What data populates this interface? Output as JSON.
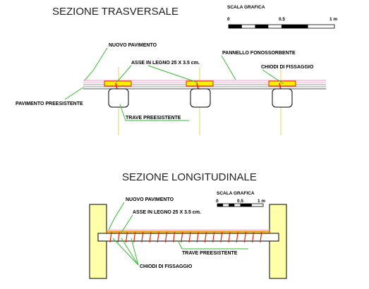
{
  "transverse": {
    "title": "SEZIONE TRASVERSALE",
    "scale": {
      "label": "SCALA GRAFICA",
      "ticks": [
        "0",
        "0.5",
        "1 m"
      ]
    },
    "labels": {
      "new_floor": "NUOVO PAVIMENTO",
      "wood_battens": "ASSE IN LEGNO 25 X 3.5 cm.",
      "sound_panel": "PANNELLO FONOSSORBENTE",
      "nails": "CHIODI DI FISSAGGIO",
      "existing_floor": "PAVIMENTO PREESISTENTE",
      "existing_beam": "TRAVE PREESISTENTE"
    }
  },
  "longitudinal": {
    "title": "SEZIONE LONGITUDINALE",
    "scale": {
      "label": "SCALA GRAFICA",
      "ticks": [
        "0",
        "0.5",
        "1 m"
      ]
    },
    "labels": {
      "new_floor": "NUOVO PAVIMENTO",
      "wood_battens": "ASSE IN LEGNO 25 X 3.5 cm.",
      "existing_beam": "TRAVE PREESISTENTE",
      "nails": "CHIODI DI FISSAGGIO"
    }
  },
  "colors": {
    "leader": "#33bb33",
    "batten_fill": "#ffee00",
    "batten_stroke": "#ee2200",
    "panel_pink": "#ffaacc",
    "wall_fill": "#ffffaa",
    "axis": "#dddd55"
  }
}
